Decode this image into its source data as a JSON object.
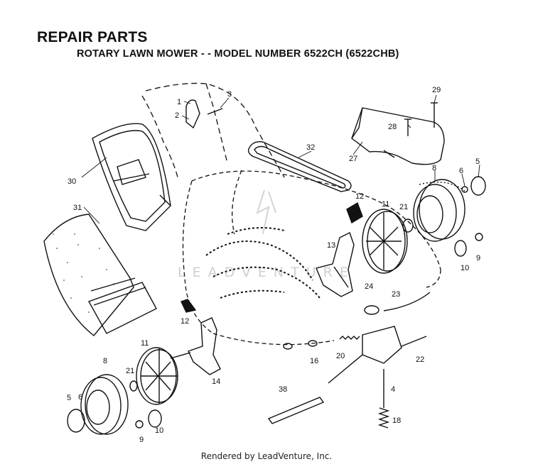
{
  "header": {
    "title": "REPAIR PARTS",
    "subtitle": "ROTARY LAWN MOWER - - MODEL NUMBER 6522CH (6522CHB)"
  },
  "watermark": "LEADVENTURE",
  "footer": "Rendered by LeadVenture, Inc.",
  "callouts": [
    "1",
    "2",
    "3",
    "5",
    "6",
    "8",
    "10",
    "9",
    "11",
    "21",
    "12",
    "13",
    "24",
    "23",
    "20",
    "16",
    "22",
    "4",
    "18",
    "38",
    "14",
    "11",
    "21",
    "8",
    "5",
    "6",
    "12",
    "10",
    "9",
    "28",
    "29",
    "27",
    "30",
    "31",
    "32"
  ]
}
